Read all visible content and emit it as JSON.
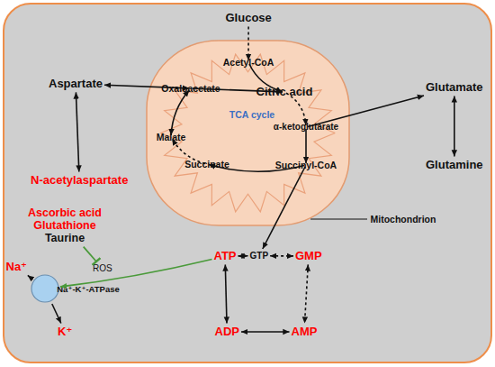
{
  "diagram": {
    "nodes": [
      {
        "text": [
          "Glucose"
        ]
      },
      {
        "text": [
          "TCA cycle",
          "Mitochondrion"
        ]
      },
      {
        "text": [
          "Acetyl-CoA"
        ],
        "in": 1
      },
      {
        "text": [
          "Aspartate"
        ]
      },
      {
        "text": [
          "Oxaloacetate"
        ],
        "in": 1
      },
      {
        "text": [
          "Citric acid"
        ],
        "in": 1
      },
      {
        "text": [
          "Glutamate"
        ]
      },
      {
        "text": [
          "α-ketoglutarate"
        ],
        "in": 1
      },
      {
        "text": [
          "Malate"
        ],
        "in": 1
      },
      {
        "text": [
          "Succinyl-CoA"
        ],
        "in": 1
      },
      {
        "text": [
          "Succinate"
        ],
        "in": 1
      },
      {
        "text": [
          "N-acetylaspartate"
        ]
      },
      {
        "text": [
          "Glutamine"
        ]
      },
      {
        "text": [
          "Ascorbic acid",
          "Glutathione",
          "Taurine"
        ]
      },
      {
        "text": [
          "ROS"
        ]
      },
      {
        "text": [
          "ATP"
        ]
      },
      {
        "text": [
          "GTP"
        ]
      },
      {
        "text": [
          "GMP"
        ]
      },
      {
        "text": [
          "Na⁺-K⁺-ATPase"
        ]
      },
      {
        "text": [
          "Na⁺"
        ]
      },
      {
        "text": [
          "K⁺"
        ]
      },
      {
        "text": [
          "ADP"
        ]
      },
      {
        "text": [
          "AMP"
        ]
      }
    ],
    "edges": [
      {
        "from": 0,
        "to": 2,
        "arrow": "to"
      },
      {
        "from": 2,
        "to": 5,
        "arrow": "to"
      },
      {
        "from": 4,
        "to": 5,
        "arrow": "to"
      },
      {
        "from": 4,
        "to": 3,
        "arrow": "both"
      },
      {
        "from": 3,
        "to": 11,
        "arrow": "both"
      },
      {
        "from": 5,
        "to": 7,
        "arrow": "to"
      },
      {
        "from": 7,
        "to": 9,
        "arrow": "to"
      },
      {
        "from": 7,
        "to": 6,
        "arrow": "to"
      },
      {
        "from": 6,
        "to": 12,
        "arrow": "both"
      },
      {
        "from": 9,
        "to": 10,
        "arrow": "to"
      },
      {
        "from": 9,
        "to": 16,
        "arrow": "to"
      },
      {
        "from": 10,
        "to": 8,
        "arrow": "to"
      },
      {
        "from": 8,
        "to": 4,
        "arrow": "both"
      },
      {
        "from": 15,
        "to": 16,
        "arrow": "both"
      },
      {
        "from": 16,
        "to": 17,
        "arrow": "both"
      },
      {
        "from": 15,
        "to": 21,
        "arrow": "both"
      },
      {
        "from": 21,
        "to": 22,
        "arrow": "both"
      },
      {
        "from": 17,
        "to": 22,
        "arrow": "both"
      },
      {
        "from": 15,
        "to": 18,
        "arrow": "to"
      },
      {
        "from": 13,
        "to": 14,
        "arrow": "to"
      },
      {
        "from": 18,
        "to": 19,
        "arrow": "to"
      },
      {
        "from": 18,
        "to": 20,
        "arrow": "to"
      }
    ]
  }
}
